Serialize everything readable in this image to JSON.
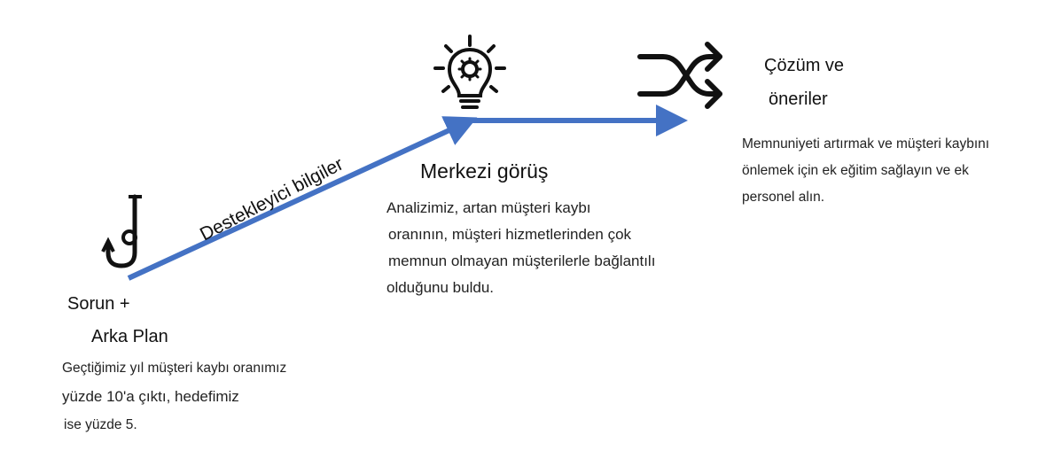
{
  "stage1": {
    "title_line1": "Sorun +",
    "title_line2": "Arka Plan",
    "body": [
      "Geçtiğimiz yıl müşteri kaybı oranımız",
      "yüzde 10'a çıktı, hedefimiz",
      "ise yüzde 5."
    ],
    "icon": "fish-hook-icon"
  },
  "connector": {
    "label": "Destekleyici bilgiler",
    "color": "#4472c4"
  },
  "stage2": {
    "title": "Merkezi görüş",
    "body": [
      "Analizimiz, artan müşteri kaybı",
      "oranının, müşteri hizmetlerinden çok",
      "memnun olmayan müşterilerle bağlantılı",
      "olduğunu buldu."
    ],
    "icon": "lightbulb-gear-icon"
  },
  "stage3": {
    "title_line1": "Çözüm ve",
    "title_line2": "öneriler",
    "body": [
      "Memnuniyeti artırmak ve müşteri kaybını",
      "önlemek için ek eğitim sağlayın ve ek",
      "personel alın."
    ],
    "icon": "shuffle-icon"
  }
}
